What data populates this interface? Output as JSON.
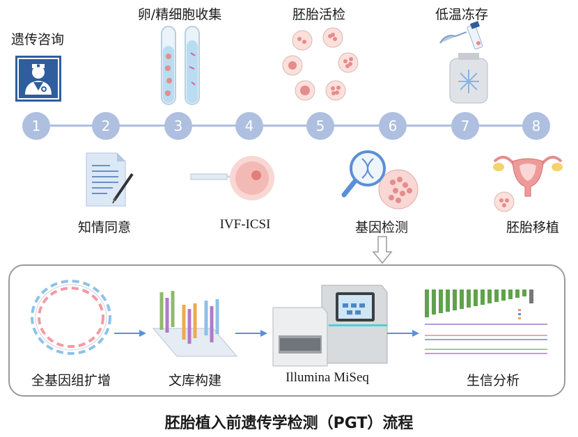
{
  "steps": [
    {
      "number": "1",
      "label": "遗传咨询"
    },
    {
      "number": "2",
      "label": "知情同意"
    },
    {
      "number": "3",
      "label": "卵/精细胞收集"
    },
    {
      "number": "4",
      "label": "IVF-ICSI"
    },
    {
      "number": "5",
      "label": "胚胎活检"
    },
    {
      "number": "6",
      "label": "基因检测"
    },
    {
      "number": "7",
      "label": "低温冻存"
    },
    {
      "number": "8",
      "label": "胚胎移植"
    }
  ],
  "workflow": [
    {
      "label": "全基因组扩增"
    },
    {
      "label": "文库构建"
    },
    {
      "label": "Illumina MiSeq"
    },
    {
      "label": "生信分析"
    }
  ],
  "title": "胚胎植入前遗传学检测（PGT）流程",
  "colors": {
    "timeline": "#aebfe0",
    "doctor_tile": "#2f5d9e",
    "arrow": "#5b8fd6",
    "panel_border": "#9a9a9a",
    "cell": "#e58c8c"
  },
  "icons": {
    "step1": "doctor-icon",
    "step2": "document-pen-icon",
    "step3": "test-tubes-icon",
    "step4": "icsi-injection-icon",
    "step5": "embryo-cells-icon",
    "step6": "magnifier-dna-icon",
    "step7": "cryo-storage-icon",
    "step8": "uterus-icon"
  }
}
